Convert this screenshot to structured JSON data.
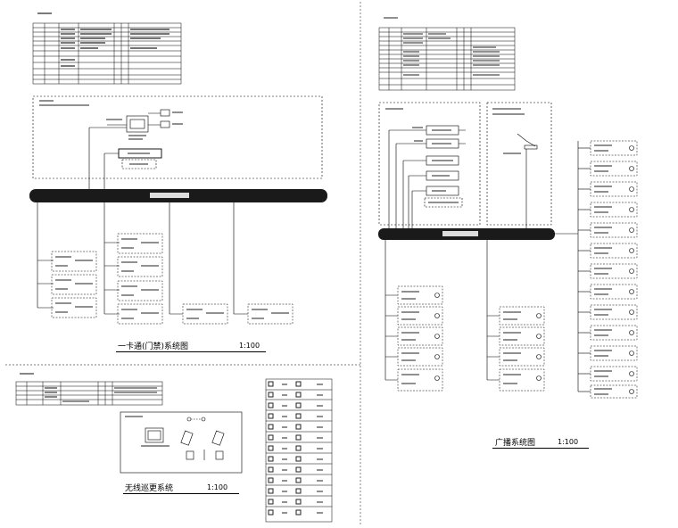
{
  "titles": {
    "access_control": "一卡通(门禁)系统图",
    "access_control_scale": "1:100",
    "wireless_patrol": "无线巡更系统",
    "wireless_patrol_scale": "1:100",
    "broadcast": "广播系统图",
    "broadcast_scale": "1:100"
  },
  "colors": {
    "line": "#000000",
    "bus_fill": "#1a1a1a",
    "paper": "#ffffff"
  }
}
